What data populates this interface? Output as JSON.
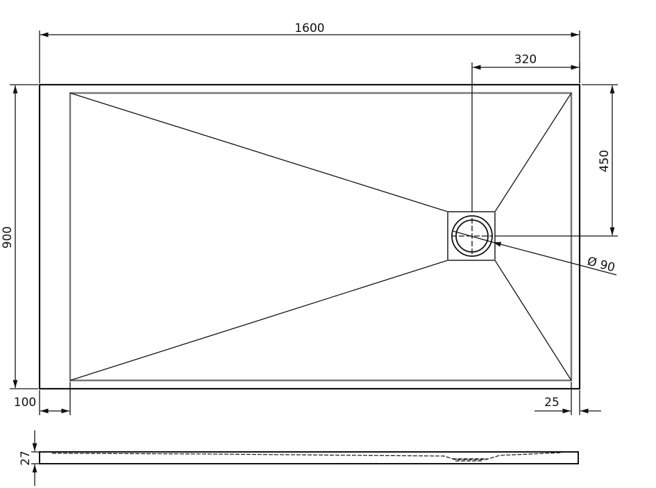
{
  "dimensions": {
    "length": "1600",
    "drain_offset_x": "320",
    "drain_offset_y": "450",
    "width": "900",
    "drain_diameter": "Ø 90",
    "border_left": "100",
    "border_right": "25",
    "thickness": "27"
  },
  "colors": {
    "line": "#111111",
    "inner_line": "#777777"
  }
}
